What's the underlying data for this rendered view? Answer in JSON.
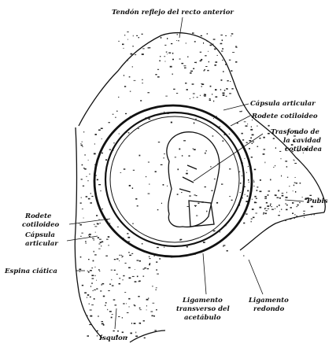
{
  "figure": {
    "labels": {
      "tendon": "Tendón reflejo del recto anterior",
      "capsula_top": "Cápsula articular",
      "rodete_top": "Rodete cotiloideo",
      "trasfondo_1": "Trasfondo de",
      "trasfondo_2": "la cavidad",
      "trasfondo_3": "cotiloidea",
      "pubis": "Pubis",
      "rodete_left_1": "Rodete",
      "rodete_left_2": "cotiloideo",
      "capsula_left_1": "Cápsula",
      "capsula_left_2": "articular",
      "espina": "Espina ciática",
      "lig_trans_1": "Ligamento",
      "lig_trans_2": "transverso del",
      "lig_trans_3": "acetábulo",
      "lig_red_1": "Ligamento",
      "lig_red_2": "redondo",
      "isquion": "Isquion"
    }
  }
}
